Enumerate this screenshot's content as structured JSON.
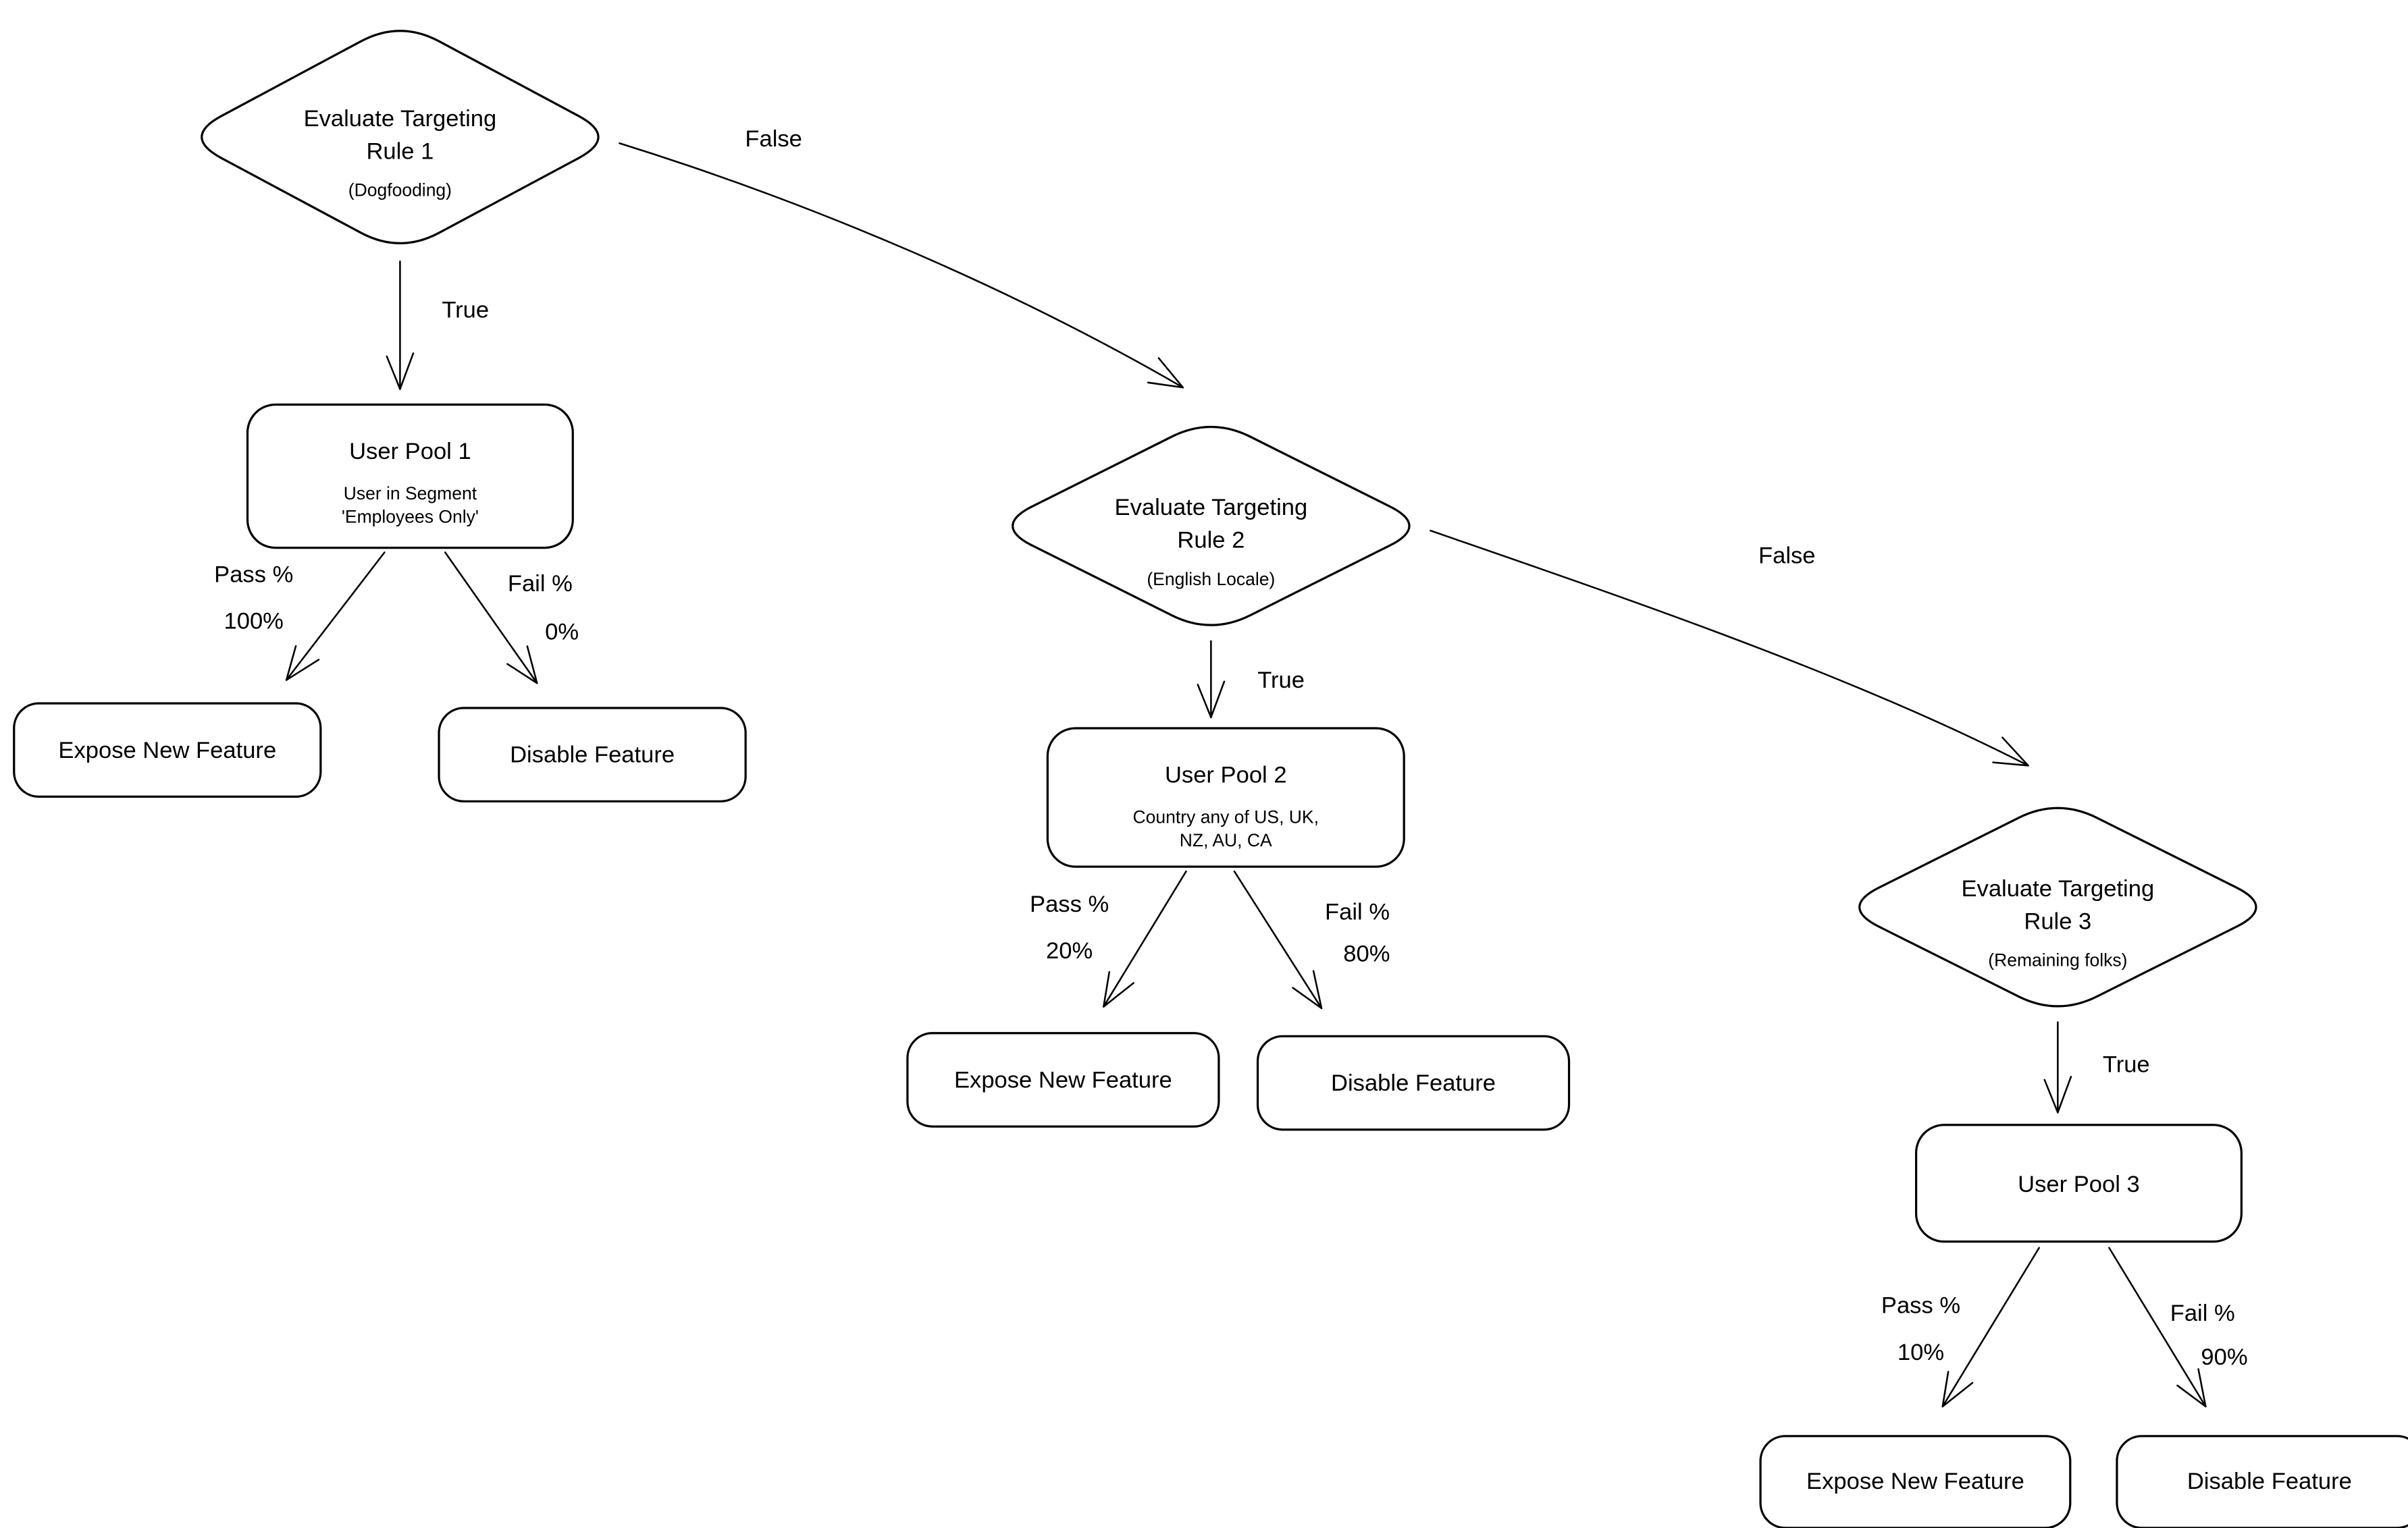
{
  "colors": {
    "background": "#ffffff",
    "stroke": "#000000",
    "text": "#000000"
  },
  "flowchart": {
    "rule1": {
      "line1": "Evaluate Targeting",
      "line2": "Rule 1",
      "subtitle": "(Dogfooding)"
    },
    "rule2": {
      "line1": "Evaluate Targeting",
      "line2": "Rule 2",
      "subtitle": "(English Locale)"
    },
    "rule3": {
      "line1": "Evaluate Targeting",
      "line2": "Rule 3",
      "subtitle": "(Remaining folks)"
    },
    "pool1": {
      "title": "User Pool 1",
      "sub1": "User in Segment",
      "sub2": "'Employees Only'"
    },
    "pool2": {
      "title": "User Pool 2",
      "sub1": "Country any of US, UK,",
      "sub2": "NZ, AU, CA"
    },
    "pool3": {
      "title": "User Pool 3"
    },
    "expose1": {
      "title": "Expose New Feature"
    },
    "disable1": {
      "title": "Disable Feature"
    },
    "expose2": {
      "title": "Expose New Feature"
    },
    "disable2": {
      "title": "Disable Feature"
    },
    "expose3": {
      "title": "Expose New Feature"
    },
    "disable3": {
      "title": "Disable Feature"
    },
    "edges": {
      "rule1_true": "True",
      "rule1_false": "False",
      "pool1_pass_label": "Pass %",
      "pool1_pass_value": "100%",
      "pool1_fail_label": "Fail %",
      "pool1_fail_value": "0%",
      "rule2_true": "True",
      "rule2_false": "False",
      "pool2_pass_label": "Pass %",
      "pool2_pass_value": "20%",
      "pool2_fail_label": "Fail %",
      "pool2_fail_value": "80%",
      "rule3_true": "True",
      "pool3_pass_label": "Pass %",
      "pool3_pass_value": "10%",
      "pool3_fail_label": "Fail %",
      "pool3_fail_value": "90%"
    }
  }
}
